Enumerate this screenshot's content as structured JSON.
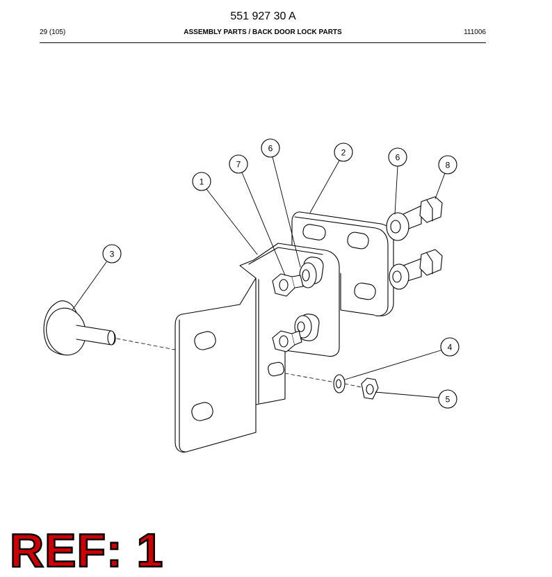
{
  "header": {
    "doc_number": "551 927 30 A",
    "page_ref": "29 (105)",
    "section_title": "ASSEMBLY PARTS / BACK DOOR LOCK PARTS",
    "date_code": "111006"
  },
  "callouts": [
    "1",
    "2",
    "3",
    "4",
    "5",
    "6",
    "6",
    "7",
    "8"
  ],
  "stamp": {
    "text": "REF: 1",
    "color": "#cc0000"
  }
}
